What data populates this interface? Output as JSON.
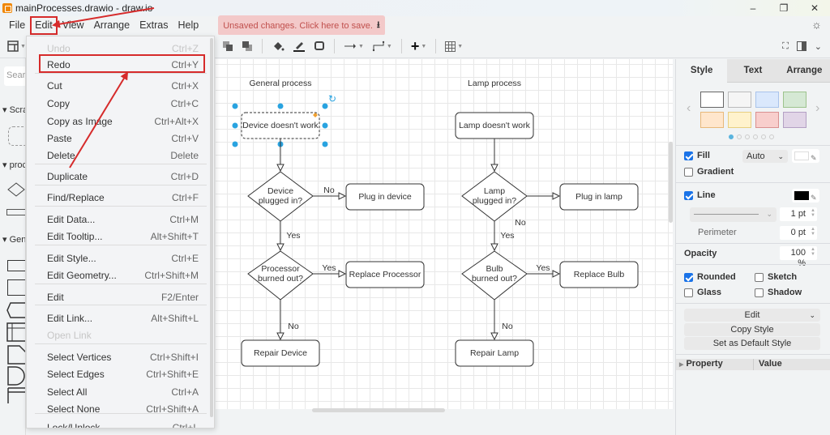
{
  "window": {
    "title": "mainProcesses.drawio - draw.io",
    "controls": {
      "minimize": "–",
      "restore": "❐",
      "close": "✕"
    }
  },
  "menubar": {
    "items": [
      "File",
      "Edit",
      "View",
      "Arrange",
      "Extras",
      "Help"
    ],
    "unsaved_label": "Unsaved changes. Click here to save.",
    "unsaved_icon": "⭳"
  },
  "toolbar": {
    "icons": [
      "format-panel-icon",
      "to-front-icon",
      "to-back-icon",
      "fill-color-icon",
      "line-color-icon",
      "shadow-icon",
      "connection-icon",
      "waypoints-icon",
      "insert-icon",
      "table-icon",
      "fullscreen-icon",
      "panel-toggle-icon",
      "collapse-icon"
    ]
  },
  "sidebar": {
    "search_placeholder": "Search",
    "sections": [
      "Scratchpad",
      "process",
      "General"
    ]
  },
  "edit_menu": {
    "items": [
      {
        "label": "Undo",
        "shortcut": "Ctrl+Z",
        "disabled": true
      },
      {
        "label": "Redo",
        "shortcut": "Ctrl+Y",
        "disabled": false
      },
      {
        "label": "Cut",
        "shortcut": "Ctrl+X",
        "disabled": false
      },
      {
        "label": "Copy",
        "shortcut": "Ctrl+C",
        "disabled": false
      },
      {
        "label": "Copy as Image",
        "shortcut": "Ctrl+Alt+X",
        "disabled": false
      },
      {
        "label": "Paste",
        "shortcut": "Ctrl+V",
        "disabled": false
      },
      {
        "label": "Delete",
        "shortcut": "Delete",
        "disabled": false
      },
      {
        "label": "Duplicate",
        "shortcut": "Ctrl+D",
        "disabled": false
      },
      {
        "label": "Find/Replace",
        "shortcut": "Ctrl+F",
        "disabled": false
      },
      {
        "label": "Edit Data...",
        "shortcut": "Ctrl+M",
        "disabled": false
      },
      {
        "label": "Edit Tooltip...",
        "shortcut": "Alt+Shift+T",
        "disabled": false
      },
      {
        "label": "Edit Style...",
        "shortcut": "Ctrl+E",
        "disabled": false
      },
      {
        "label": "Edit Geometry...",
        "shortcut": "Ctrl+Shift+M",
        "disabled": false
      },
      {
        "label": "Edit",
        "shortcut": "F2/Enter",
        "disabled": false
      },
      {
        "label": "Edit Link...",
        "shortcut": "Alt+Shift+L",
        "disabled": false
      },
      {
        "label": "Open Link",
        "shortcut": "",
        "disabled": true
      },
      {
        "label": "Select Vertices",
        "shortcut": "Ctrl+Shift+I",
        "disabled": false
      },
      {
        "label": "Select Edges",
        "shortcut": "Ctrl+Shift+E",
        "disabled": false
      },
      {
        "label": "Select All",
        "shortcut": "Ctrl+A",
        "disabled": false
      },
      {
        "label": "Select None",
        "shortcut": "Ctrl+Shift+A",
        "disabled": false
      },
      {
        "label": "Lock/Unlock",
        "shortcut": "Ctrl+L",
        "disabled": false
      }
    ]
  },
  "diagram": {
    "general": {
      "title": "General process",
      "start": "Device doesn't work",
      "decision1": [
        "Device",
        "plugged in?"
      ],
      "action1": "Plug in device",
      "decision2": [
        "Processor",
        "burned out?"
      ],
      "action2": "Replace Processor",
      "end": "Repair Device",
      "labels": {
        "d1_right": "No",
        "d1_down": "Yes",
        "d2_right": "Yes",
        "d2_down": "No"
      }
    },
    "lamp": {
      "title": "Lamp process",
      "start": "Lamp doesn't work",
      "decision1": [
        "Lamp",
        "plugged in?"
      ],
      "action1": "Plug in lamp",
      "decision2": [
        "Bulb",
        "burned out?"
      ],
      "action2": "Replace Bulb",
      "end": "Repair Lamp",
      "labels": {
        "d1_right": "No",
        "d1_down": "Yes",
        "d2_right": "Yes",
        "d2_down": "No"
      }
    }
  },
  "format_panel": {
    "tabs": [
      "Style",
      "Text",
      "Arrange"
    ],
    "swatch_colors": [
      "#ffffff",
      "#f5f5f5",
      "#dae8fc",
      "#d5e8d4",
      "#ffe6cc",
      "#fff2cc",
      "#f8cecc",
      "#e1d5e7"
    ],
    "swatch_borders": [
      "#666666",
      "#bbbbbb",
      "#a9c4eb",
      "#9dc38d",
      "#e8b87a",
      "#e8cf80",
      "#d99090",
      "#b3a0c4"
    ],
    "fill": {
      "label": "Fill",
      "checked": true,
      "mode": "Auto",
      "color": "#ffffff"
    },
    "gradient": {
      "label": "Gradient",
      "checked": false
    },
    "line": {
      "label": "Line",
      "checked": true,
      "color": "#000000",
      "width": "1 pt"
    },
    "perimeter": {
      "label": "Perimeter",
      "value": "0 pt"
    },
    "opacity": {
      "label": "Opacity",
      "value": "100 %"
    },
    "options": [
      {
        "label": "Rounded",
        "checked": true
      },
      {
        "label": "Sketch",
        "checked": false
      },
      {
        "label": "Glass",
        "checked": false
      },
      {
        "label": "Shadow",
        "checked": false
      }
    ],
    "edit_label": "Edit",
    "copy_style_label": "Copy Style",
    "default_style_label": "Set as Default Style",
    "property_header": "Property",
    "value_header": "Value"
  },
  "accent_colors": {
    "annotation": "#d62b2b",
    "selection": "#29a3e0",
    "checkbox": "#1a73e8"
  }
}
